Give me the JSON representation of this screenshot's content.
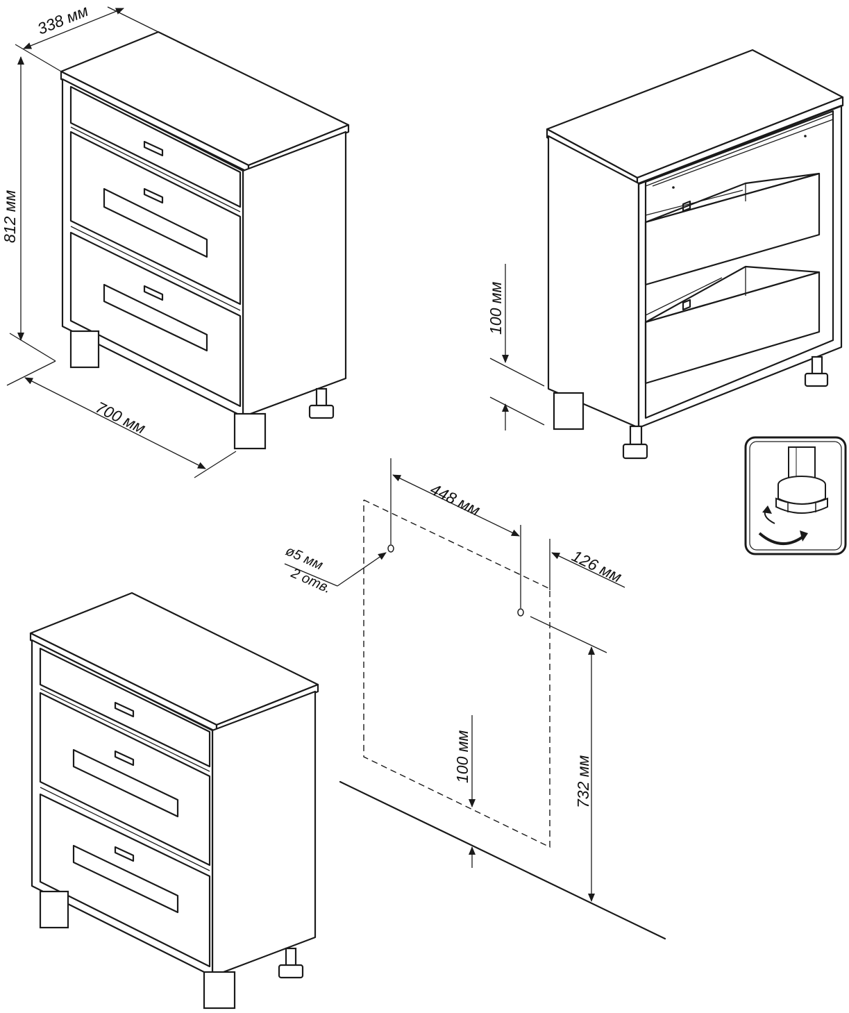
{
  "dimensions": {
    "depth": "338 мм",
    "height": "812 мм",
    "width": "700 мм",
    "back_bottom_gap": "100 мм",
    "hole_spacing": "448 мм",
    "hole_side_offset": "126 мм",
    "hole_diameter": "ø5 мм",
    "hole_count": "2 отв.",
    "wall_bottom_gap": "100 мм",
    "hole_height": "732 мм"
  },
  "icons": {
    "leg_adjust": "adjustable-foot-icon"
  }
}
